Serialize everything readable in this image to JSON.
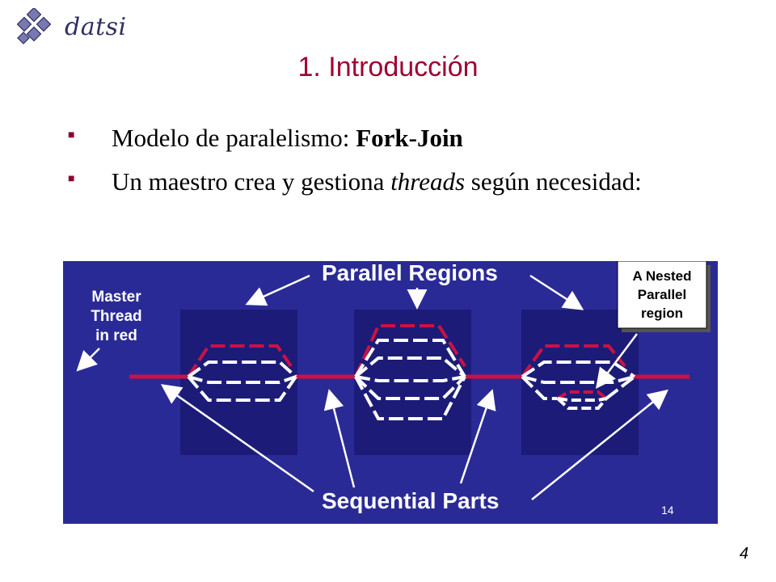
{
  "logo": {
    "text": "datsi"
  },
  "slide": {
    "title": "1. Introducción",
    "bullets": [
      {
        "prefix": "Modelo de paralelismo: ",
        "bold": "Fork-Join"
      },
      {
        "prefix": "Un maestro crea y gestiona ",
        "italic": "threads",
        "suffix": " según necesidad:"
      }
    ],
    "page_number": "4"
  },
  "diagram": {
    "background_color": "#2a2a96",
    "region_color": "#1c1c78",
    "master_color": "#cc1144",
    "labels": {
      "parallel_regions": "Parallel Regions",
      "master_line1": "Master",
      "master_line2": "Thread",
      "master_line3": "in red",
      "nested_line1": "A Nested",
      "nested_line2": "Parallel",
      "nested_line3": "region",
      "sequential_parts": "Sequential Parts",
      "slide_number": "14"
    }
  }
}
